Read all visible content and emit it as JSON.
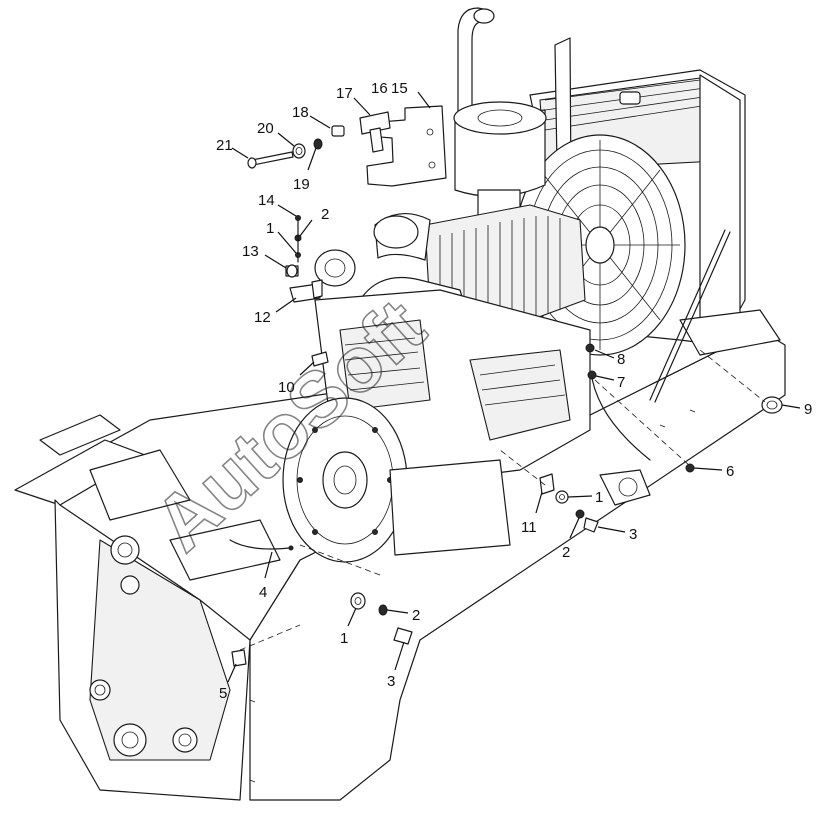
{
  "watermark": "AutoSoft",
  "callouts": [
    {
      "id": "c21",
      "label": "21"
    },
    {
      "id": "c20",
      "label": "20"
    },
    {
      "id": "c18",
      "label": "18"
    },
    {
      "id": "c19",
      "label": "19"
    },
    {
      "id": "c17",
      "label": "17"
    },
    {
      "id": "c16",
      "label": "16"
    },
    {
      "id": "c15",
      "label": "15"
    },
    {
      "id": "c14",
      "label": "14"
    },
    {
      "id": "c2a",
      "label": "2"
    },
    {
      "id": "c1a",
      "label": "1"
    },
    {
      "id": "c13",
      "label": "13"
    },
    {
      "id": "c12",
      "label": "12"
    },
    {
      "id": "c10",
      "label": "10"
    },
    {
      "id": "c8",
      "label": "8"
    },
    {
      "id": "c7",
      "label": "7"
    },
    {
      "id": "c9",
      "label": "9"
    },
    {
      "id": "c6",
      "label": "6"
    },
    {
      "id": "c1b",
      "label": "1"
    },
    {
      "id": "c11",
      "label": "11"
    },
    {
      "id": "c3a",
      "label": "3"
    },
    {
      "id": "c2b",
      "label": "2"
    },
    {
      "id": "c4",
      "label": "4"
    },
    {
      "id": "c2c",
      "label": "2"
    },
    {
      "id": "c1c",
      "label": "1"
    },
    {
      "id": "c3b",
      "label": "3"
    },
    {
      "id": "c5",
      "label": "5"
    }
  ]
}
